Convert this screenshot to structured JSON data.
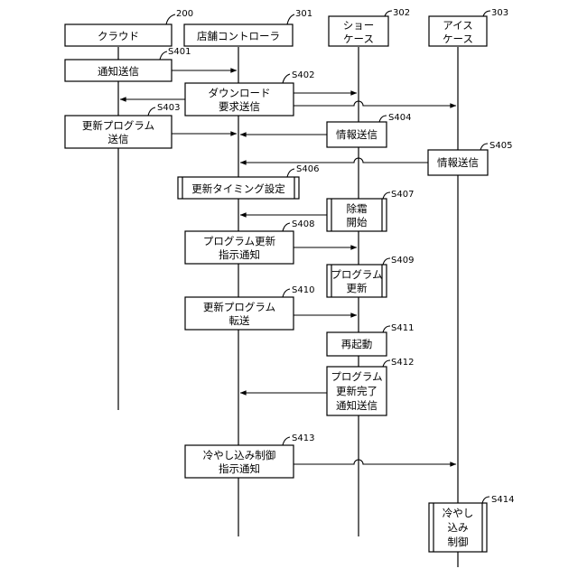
{
  "participants": [
    {
      "id": "cloud",
      "label": [
        "クラウド"
      ],
      "ref": "200"
    },
    {
      "id": "store",
      "label": [
        "店舗コントローラ"
      ],
      "ref": "301"
    },
    {
      "id": "show",
      "label": [
        "ショー",
        "ケース"
      ],
      "ref": "302"
    },
    {
      "id": "ice",
      "label": [
        "アイス",
        "ケース"
      ],
      "ref": "303"
    }
  ],
  "steps": {
    "s401": {
      "step": "S401",
      "label": [
        "通知送信"
      ]
    },
    "s402": {
      "step": "S402",
      "label": [
        "ダウンロード",
        "要求送信"
      ]
    },
    "s403": {
      "step": "S403",
      "label": [
        "更新プログラム",
        "送信"
      ]
    },
    "s404": {
      "step": "S404",
      "label": [
        "情報送信"
      ]
    },
    "s405": {
      "step": "S405",
      "label": [
        "情報送信"
      ]
    },
    "s406": {
      "step": "S406",
      "label": [
        "更新タイミング設定"
      ]
    },
    "s407": {
      "step": "S407",
      "label": [
        "除霜",
        "開始"
      ]
    },
    "s408": {
      "step": "S408",
      "label": [
        "プログラム更新",
        "指示通知"
      ]
    },
    "s409": {
      "step": "S409",
      "label": [
        "プログラム",
        "更新"
      ]
    },
    "s410": {
      "step": "S410",
      "label": [
        "更新プログラム",
        "転送"
      ]
    },
    "s411": {
      "step": "S411",
      "label": [
        "再起動"
      ]
    },
    "s412": {
      "step": "S412",
      "label": [
        "プログラム",
        "更新完了",
        "通知送信"
      ]
    },
    "s413": {
      "step": "S413",
      "label": [
        "冷やし込み制御",
        "指示通知"
      ]
    },
    "s414": {
      "step": "S414",
      "label": [
        "冷やし",
        "込み",
        "制御"
      ]
    }
  }
}
